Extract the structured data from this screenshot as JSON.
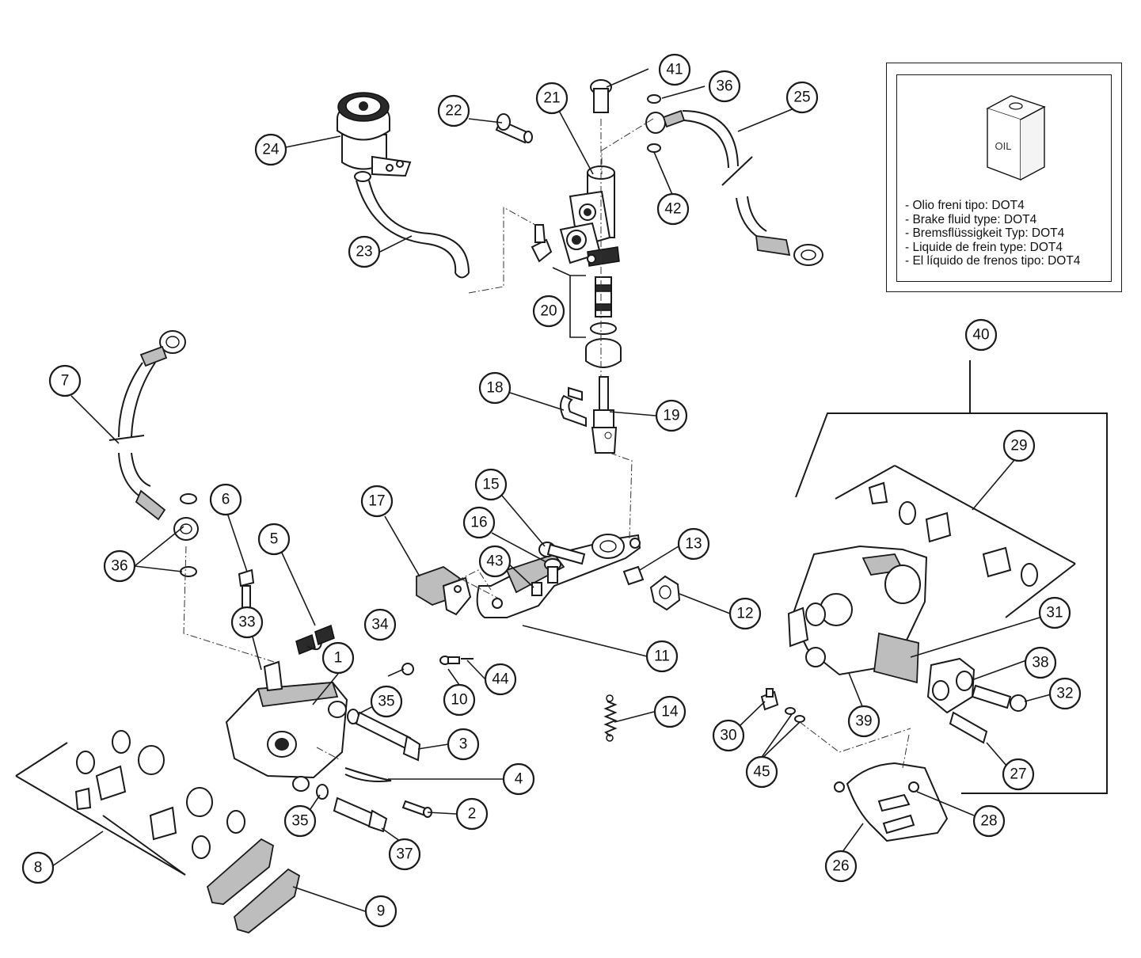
{
  "callouts": [
    {
      "id": "c1",
      "text": "1"
    },
    {
      "id": "c2",
      "text": "2"
    },
    {
      "id": "c3",
      "text": "3"
    },
    {
      "id": "c4",
      "text": "4"
    },
    {
      "id": "c5",
      "text": "5"
    },
    {
      "id": "c6",
      "text": "6"
    },
    {
      "id": "c7",
      "text": "7"
    },
    {
      "id": "c8",
      "text": "8"
    },
    {
      "id": "c9",
      "text": "9"
    },
    {
      "id": "c10",
      "text": "10"
    },
    {
      "id": "c11",
      "text": "11"
    },
    {
      "id": "c12",
      "text": "12"
    },
    {
      "id": "c13",
      "text": "13"
    },
    {
      "id": "c14",
      "text": "14"
    },
    {
      "id": "c15",
      "text": "15"
    },
    {
      "id": "c16",
      "text": "16"
    },
    {
      "id": "c17",
      "text": "17"
    },
    {
      "id": "c18",
      "text": "18"
    },
    {
      "id": "c19",
      "text": "19"
    },
    {
      "id": "c20",
      "text": "20"
    },
    {
      "id": "c21",
      "text": "21"
    },
    {
      "id": "c22",
      "text": "22"
    },
    {
      "id": "c23",
      "text": "23"
    },
    {
      "id": "c24",
      "text": "24"
    },
    {
      "id": "c25",
      "text": "25"
    },
    {
      "id": "c26",
      "text": "26"
    },
    {
      "id": "c27",
      "text": "27"
    },
    {
      "id": "c28",
      "text": "28"
    },
    {
      "id": "c29",
      "text": "29"
    },
    {
      "id": "c30",
      "text": "30"
    },
    {
      "id": "c31",
      "text": "31"
    },
    {
      "id": "c32",
      "text": "32"
    },
    {
      "id": "c33",
      "text": "33"
    },
    {
      "id": "c34",
      "text": "34"
    },
    {
      "id": "c35a",
      "text": "35"
    },
    {
      "id": "c35b",
      "text": "35"
    },
    {
      "id": "c36a",
      "text": "36"
    },
    {
      "id": "c36b",
      "text": "36"
    },
    {
      "id": "c37",
      "text": "37"
    },
    {
      "id": "c38",
      "text": "38"
    },
    {
      "id": "c39",
      "text": "39"
    },
    {
      "id": "c40",
      "text": "40"
    },
    {
      "id": "c41",
      "text": "41"
    },
    {
      "id": "c42",
      "text": "42"
    },
    {
      "id": "c43",
      "text": "43"
    },
    {
      "id": "c44",
      "text": "44"
    },
    {
      "id": "c45",
      "text": "45"
    }
  ],
  "oil_box": {
    "can_label": "OIL",
    "lines": [
      "- Olio freni tipo: DOT4",
      "- Brake fluid type: DOT4",
      "- Bremsflüssigkeit Typ: DOT4",
      "- Liquide de frein type: DOT4",
      "- El líquido de frenos tipo: DOT4"
    ]
  }
}
